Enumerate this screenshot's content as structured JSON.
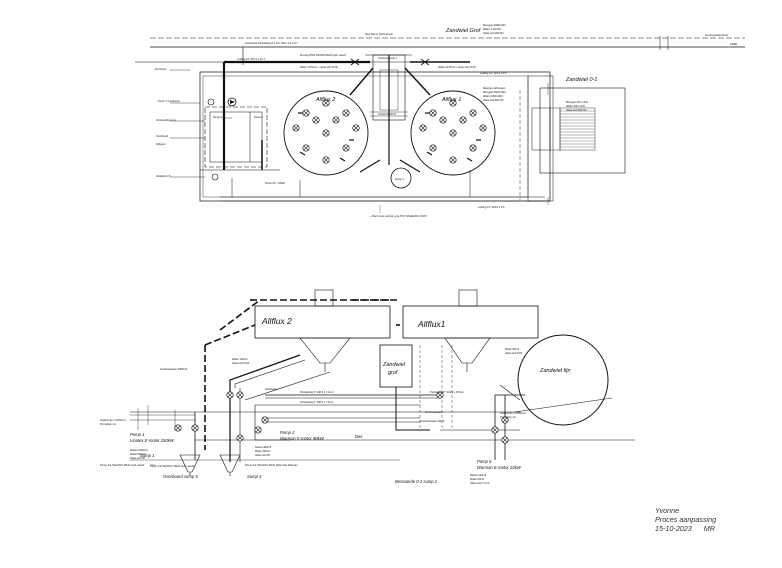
{
  "top": {
    "allflux2": "Allflux 2",
    "allflux1": "Allflux 1",
    "zandwiel_grof": "Zandwiel Grof",
    "zandwiel_01": "Zandwiel 0-1",
    "sump5": "Sump 5",
    "sump4": "Sump 4",
    "sump1": "Sump 1",
    "pomp7": "Pomp 7 overboord",
    "verzamelbuis": "Verzamelbuis 0-1",
    "overboord": "Overboord",
    "slibgoot": "Slibgoot",
    "zandpomp": "Zandpomp 5",
    "flocmeter": "Flocmeter",
    "hdpe": "HDPE",
    "overloop": "Overloopwaterdrous",
    "persleiding": "Overboord Persleiding 8 1 1/4\" 360 x 12.7mm",
    "leiding_top": "Leiding 16\" 457.2 x 12.7",
    "water_left": "Water 1170m3 + vaste stof 40 t/h",
    "water_right": "Water 1170m3 + vaste stof 40 t/h",
    "flushing": "FLUreg 8784 DN 800 PE10 Hydr. aandr.",
    "overloopsump": "Overloopsump 1",
    "leiding12": "Leiding 12\" 323.9 x 9.5",
    "leiding12b": "Leiding 12\" 323.9 x 9.5",
    "grof_spec": [
      "Mengsel 4409m3/hr",
      "Water 3 t3m3/hr",
      "Vaste stof 269 t/hr"
    ],
    "fijn_spec": [
      "Mengsel 410 m3/hr",
      "Water 340 m3/hr",
      "Vaste stof 400 t/hr"
    ],
    "rekenen": [
      "Rekenen afbouwen",
      "Mengsel 2600m3/hr",
      "Water 2300m3/hr",
      "Vaste stof 600 t/hr"
    ],
    "valve": "Ventiel 6840m3",
    "spui": "Spui 30mm bocht afvoer",
    "bottom_note": "+ Roof cone vertical, type PVC NNHE DOL SNFT",
    "pomp_small": "Pomp 05 - 1000p"
  },
  "bottom": {
    "allflux2": "Allflux 2",
    "allflux1": "Allflux1",
    "zandwiel_grof": [
      "Zandwiel",
      "grof"
    ],
    "zandwiel_fijn": "Zandwiel fijn",
    "pomp1": [
      "Pomp 1",
      "Linatex E-motor 250kW"
    ],
    "pomp2": [
      "Pomp 2",
      "Warman E-motor 90kW"
    ],
    "pomp6": [
      "Pomp 6",
      "Warman E-motor 22kW"
    ],
    "overboard_sump5": "Overboard sump 5",
    "sump4": "Sump 4",
    "sump1": "Sump 1",
    "bestaande": "Bestaande 0-1 sump 2",
    "dwr": "Dwr",
    "overloop_left": "Overloopwater 3000m3",
    "persleiding6": "Persleiding 6\" 168.3 x 7.1mm",
    "persleiding6b": "Persleiding 6\" 168.3 x 7.1mm",
    "persleiding8": "Persleiding 8\" 323.9 x 9.5mm",
    "water_right": [
      "Water 80m3",
      "Vaste stof 100t"
    ],
    "water_left": [
      "Water 100m3",
      "Vaste stof 100t"
    ],
    "cap1": [
      "Drukpomp L=1000mm",
      "Pompdiep 1m"
    ],
    "cap2": [
      "Drukpomp L=1000mm",
      "Pompdiep 1m"
    ],
    "cap3": [
      "Overloopwater"
    ],
    "pomp1_spec": [
      "Debiet 1200m3",
      "Water 800m3",
      "Vaste stof 40"
    ],
    "pomp2_spec": [
      "Debiet 400m3",
      "Water 320m3",
      "Vaste stof 40"
    ],
    "pomp6_spec": [
      "Debiet 120m3",
      "Water 80m3",
      "Vaste stof 7.5 t/h"
    ],
    "zandwater": "Zandwater",
    "overloop_mid": "Overloopwater 40m3",
    "pomp_e1": "Pomp 4 E TECHNO PE10 Hydr. aandr.",
    "pomp_e2": "Pomp 2 E TECHNO PE10 (Warman) Warman",
    "pomp_e3": "Pomp 4 E TECHNO PE10 Hydr. aandr."
  },
  "stamp": [
    "Yvonne",
    "Proces aanpassing",
    "15-10-2023      MR"
  ]
}
